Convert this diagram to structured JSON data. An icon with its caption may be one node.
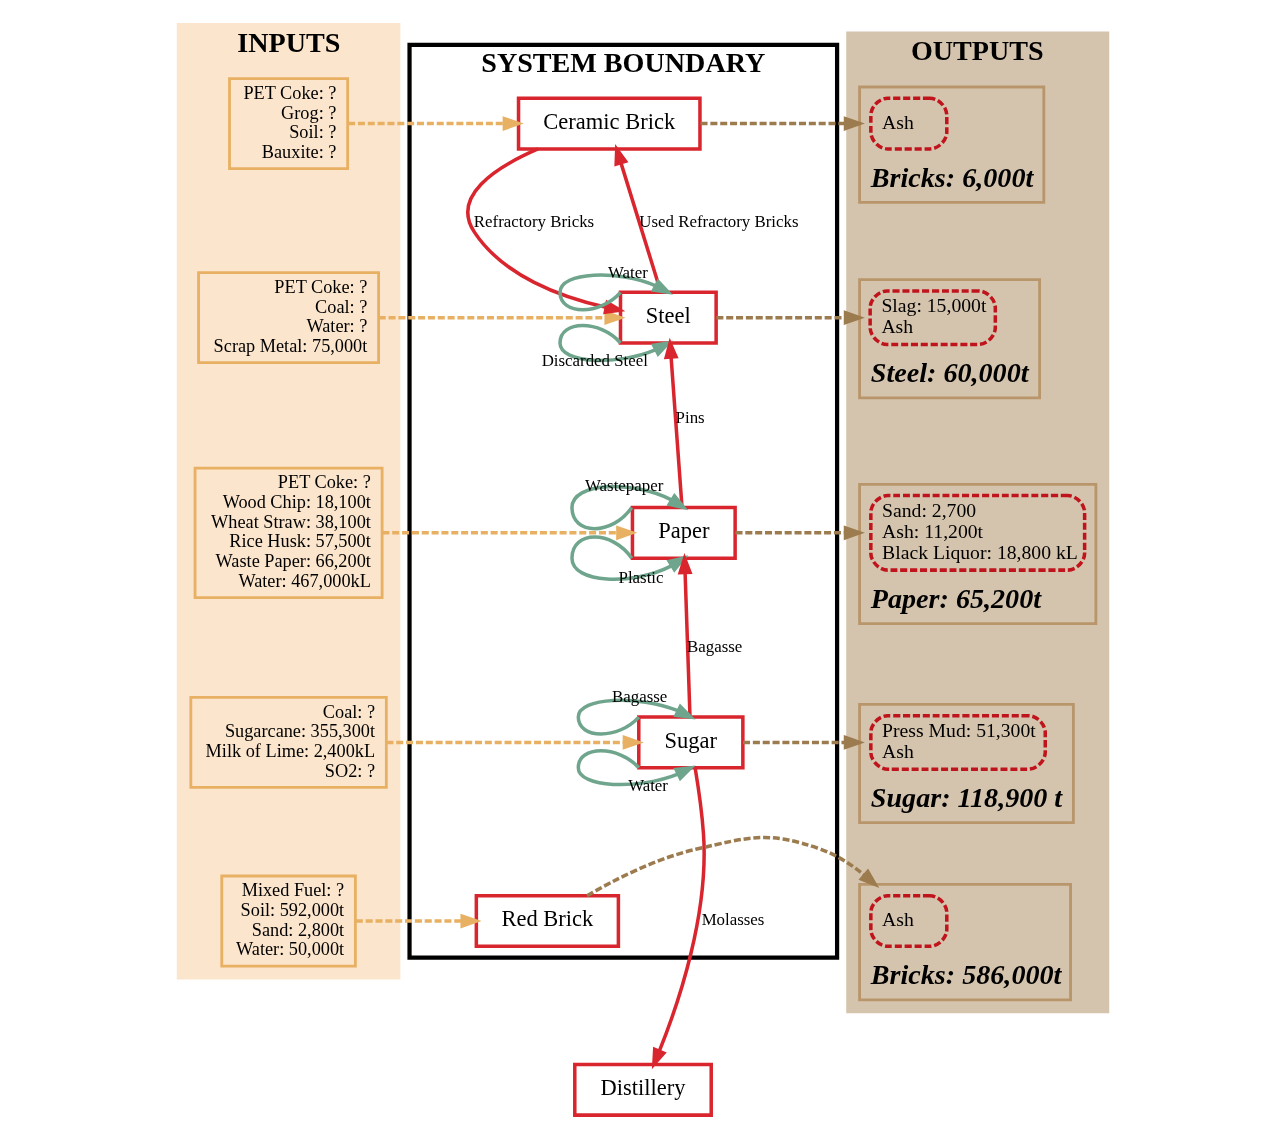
{
  "diagram": {
    "nodes": [
      {
        "text": [
          "INPUTS"
        ]
      },
      {
        "text": [
          "PET Coke: ?",
          "Grog: ?",
          "Soil: ?",
          "Bauxite: ?"
        ],
        "in": 0
      },
      {
        "text": [
          "PET Coke: ?",
          "Coal: ?",
          "Water: ?",
          "Scrap Metal: 75,000t"
        ],
        "in": 0
      },
      {
        "text": [
          "PET Coke: ?",
          "Wood Chip: 18,100t",
          "Wheat Straw: 38,100t",
          "Rice Husk: 57,500t",
          "Waste Paper: 66,200t",
          "Water: 467,000kL"
        ],
        "in": 0
      },
      {
        "text": [
          "Coal: ?",
          "Sugarcane: 355,300t",
          "Milk of Lime: 2,400kL",
          "SO2: ?"
        ],
        "in": 0
      },
      {
        "text": [
          "Mixed Fuel: ?",
          "Soil: 592,000t",
          "Sand: 2,800t",
          "Water: 50,000t"
        ],
        "in": 0
      },
      {
        "text": [
          "SYSTEM BOUNDARY"
        ]
      },
      {
        "text": [
          "Ceramic Brick"
        ],
        "in": 6
      },
      {
        "text": [
          "Steel"
        ],
        "in": 6
      },
      {
        "text": [
          "Paper"
        ],
        "in": 6
      },
      {
        "text": [
          "Sugar"
        ],
        "in": 6
      },
      {
        "text": [
          "Red Brick"
        ],
        "in": 6
      },
      {
        "text": [
          "Distillery"
        ]
      },
      {
        "text": [
          "OUTPUTS"
        ]
      },
      {
        "text": [
          "Bricks: 6,000t"
        ],
        "in": 13
      },
      {
        "text": [
          "Ash"
        ],
        "in": 14
      },
      {
        "text": [
          "Steel: 60,000t"
        ],
        "in": 13
      },
      {
        "text": [
          "Slag: 15,000t",
          "Ash"
        ],
        "in": 16
      },
      {
        "text": [
          "Paper: 65,200t"
        ],
        "in": 13
      },
      {
        "text": [
          "Sand: 2,700",
          "Ash: 11,200t",
          "Black Liquor: 18,800 kL"
        ],
        "in": 18
      },
      {
        "text": [
          "Sugar: 118,900 t"
        ],
        "in": 13
      },
      {
        "text": [
          "Press Mud: 51,300t",
          "Ash"
        ],
        "in": 20
      },
      {
        "text": [
          "Bricks: 586,000t"
        ],
        "in": 13
      },
      {
        "text": [
          "Ash"
        ],
        "in": 22
      }
    ],
    "edges": [
      {
        "from": 1,
        "to": 7,
        "arrow": "to",
        "style": "dashed",
        "color": "#e8b062"
      },
      {
        "from": 2,
        "to": 8,
        "arrow": "to",
        "style": "dashed",
        "color": "#e8b062"
      },
      {
        "from": 3,
        "to": 9,
        "arrow": "to",
        "style": "dashed",
        "color": "#e8b062"
      },
      {
        "from": 4,
        "to": 10,
        "arrow": "to",
        "style": "dashed",
        "color": "#e8b062"
      },
      {
        "from": 5,
        "to": 11,
        "arrow": "to",
        "style": "dashed",
        "color": "#e8b062"
      },
      {
        "from": 7,
        "to": 8,
        "arrow": "to",
        "label": "Refractory Bricks",
        "color": "#d9262e"
      },
      {
        "from": 8,
        "to": 7,
        "arrow": "to",
        "label": "Used Refractory Bricks",
        "color": "#d9262e"
      },
      {
        "from": 8,
        "to": 8,
        "arrow": "to",
        "label": "Water",
        "color": "#6fa58d"
      },
      {
        "from": 8,
        "to": 8,
        "arrow": "to",
        "label": "Discarded Steel",
        "color": "#6fa58d"
      },
      {
        "from": 9,
        "to": 8,
        "arrow": "to",
        "label": "Pins",
        "color": "#d9262e"
      },
      {
        "from": 9,
        "to": 9,
        "arrow": "to",
        "label": "Wastepaper",
        "color": "#6fa58d"
      },
      {
        "from": 9,
        "to": 9,
        "arrow": "to",
        "label": "Plastic",
        "color": "#6fa58d"
      },
      {
        "from": 10,
        "to": 9,
        "arrow": "to",
        "label": "Bagasse",
        "color": "#d9262e"
      },
      {
        "from": 10,
        "to": 10,
        "arrow": "to",
        "label": "Bagasse",
        "color": "#6fa58d"
      },
      {
        "from": 10,
        "to": 10,
        "arrow": "to",
        "label": "Water",
        "color": "#6fa58d"
      },
      {
        "from": 10,
        "to": 12,
        "arrow": "to",
        "label": "Molasses",
        "color": "#d9262e"
      },
      {
        "from": 7,
        "to": 14,
        "arrow": "to",
        "style": "dashed",
        "color": "#9c7b4f"
      },
      {
        "from": 8,
        "to": 16,
        "arrow": "to",
        "style": "dashed",
        "color": "#9c7b4f"
      },
      {
        "from": 9,
        "to": 18,
        "arrow": "to",
        "style": "dashed",
        "color": "#9c7b4f"
      },
      {
        "from": 10,
        "to": 20,
        "arrow": "to",
        "style": "dashed",
        "color": "#9c7b4f"
      },
      {
        "from": 11,
        "to": 22,
        "arrow": "to",
        "style": "dashed",
        "color": "#9c7b4f"
      }
    ]
  }
}
